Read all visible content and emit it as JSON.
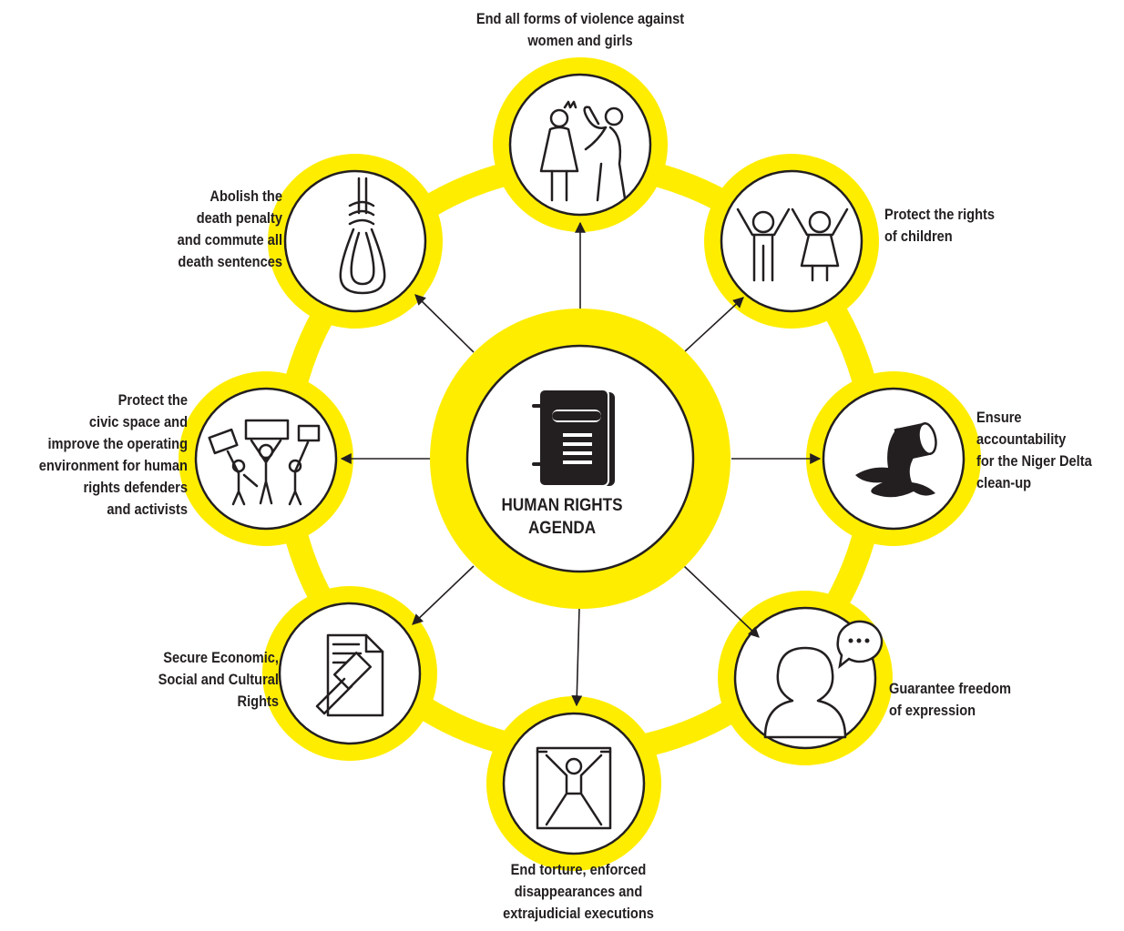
{
  "colors": {
    "accent": "#ffed00",
    "ink": "#231f20",
    "background": "#ffffff"
  },
  "center": {
    "icon": "notebook-icon",
    "title_lines": [
      "HUMAN RIGHTS",
      "AGENDA"
    ]
  },
  "nodes": [
    {
      "id": "violence-women",
      "icon": "violence-icon",
      "lines": [
        "End all forms of violence against",
        "women and girls"
      ]
    },
    {
      "id": "children",
      "icon": "children-icon",
      "lines": [
        "Protect the rights",
        "of children"
      ]
    },
    {
      "id": "niger-delta",
      "icon": "oil-spill-icon",
      "lines": [
        "Ensure",
        "accountability",
        "for the Niger Delta",
        "clean-up"
      ]
    },
    {
      "id": "expression",
      "icon": "speech-bubble-icon",
      "lines": [
        "Guarantee freedom",
        "of expression"
      ]
    },
    {
      "id": "torture",
      "icon": "torture-icon",
      "lines": [
        "End torture, enforced",
        "disappearances and",
        "extrajudicial executions"
      ]
    },
    {
      "id": "escr",
      "icon": "gavel-document-icon",
      "lines": [
        "Secure Economic,",
        "Social and Cultural",
        "Rights"
      ]
    },
    {
      "id": "civic-space",
      "icon": "protest-icon",
      "lines": [
        "Protect the",
        "civic space and",
        "improve the operating",
        "environment for human",
        "rights defenders",
        "and activists"
      ]
    },
    {
      "id": "death-penalty",
      "icon": "noose-icon",
      "lines": [
        "Abolish the",
        "death penalty",
        "and commute all",
        "death sentences"
      ]
    }
  ]
}
